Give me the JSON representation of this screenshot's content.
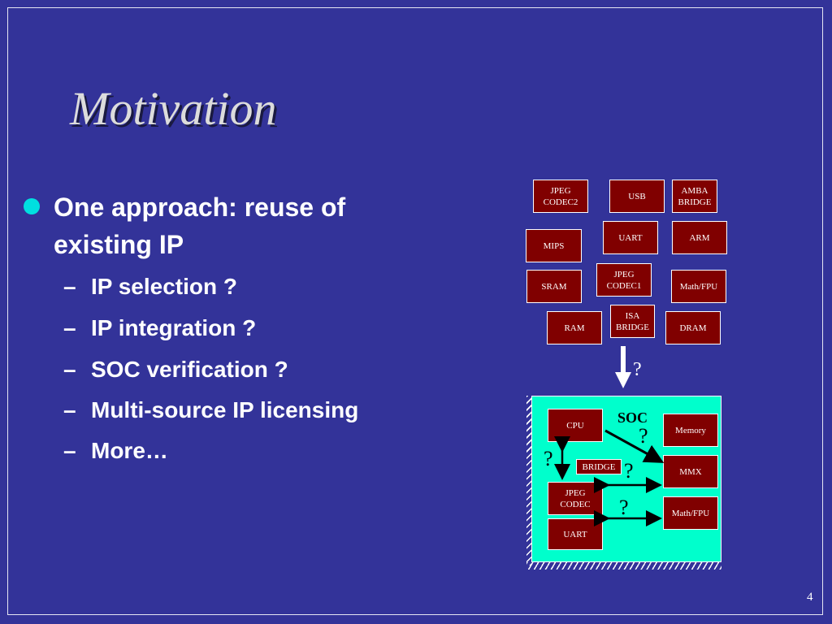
{
  "slide": {
    "title": "Motivation",
    "page_number": "4",
    "bullet_main": "One approach: reuse of existing IP",
    "sub_bullets": [
      "IP selection ?",
      "IP integration ?",
      "SOC verification ?",
      "Multi-source IP licensing",
      "More…"
    ],
    "dash": "–"
  },
  "diagram": {
    "ip_pool": {
      "jpeg_codec2": "JPEG\nCODEC2",
      "usb": "USB",
      "amba_bridge": "AMBA\nBRIDGE",
      "mips": "MIPS",
      "uart": "UART",
      "arm": "ARM",
      "sram": "SRAM",
      "jpeg_codec1": "JPEG\nCODEC1",
      "math_fpu": "Math/FPU",
      "ram": "RAM",
      "isa_bridge": "ISA\nBRIDGE",
      "dram": "DRAM"
    },
    "arrow_question": "?",
    "soc": {
      "label": "SOC",
      "cpu": "CPU",
      "memory": "Memory",
      "bridge": "BRIDGE",
      "mmx": "MMX",
      "jpeg_codec": "JPEG\nCODEC",
      "math_fpu": "Math/FPU",
      "uart": "UART",
      "question": "?"
    }
  },
  "colors": {
    "background": "#333399",
    "box_fill": "#800000",
    "soc_fill": "#00ffcc",
    "bullet_dot": "#00e0e0"
  }
}
